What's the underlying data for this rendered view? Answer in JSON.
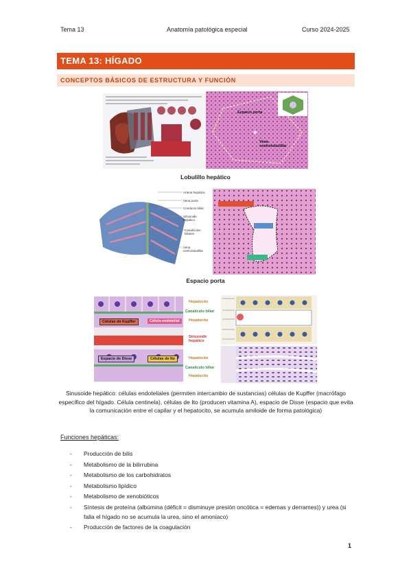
{
  "header": {
    "left": "Tema 13",
    "center": "Anatomía patológica especial",
    "right": "Curso 2024-2025"
  },
  "title": "TEMA 13: HÍGADO",
  "subtitle": "CONCEPTOS BÁSICOS DE ESTRUCTURA Y FUNCIÓN",
  "figures": {
    "fig1": {
      "caption": "Lobulillo hepático",
      "labels": {
        "espacio_porta": "Espacio porta",
        "vena_centrolobulillar": "Vena centrolobulillar"
      }
    },
    "fig2": {
      "caption": "Espacio porta",
      "labels": {
        "arteria_hepatica": "Arteria hepática",
        "vena_porta": "Vena porta",
        "conducto_biliar": "Conducto biliar",
        "sinusoide_hepatico": "Sinusoide hepático",
        "canaliculos_biliares": "Canalículos biliares",
        "vena_centrolobulillar": "Vena centrolobulillar"
      }
    },
    "fig3": {
      "labels": {
        "hepatocito": "Hepatocito",
        "canaliculo_biliar": "Canalículo biliar",
        "sinusoide_hepatico": "Sinusoide hepático",
        "celulas_kupffer": "Células de Kupffer",
        "celula_endotelial": "Célula endotelial",
        "espacio_disse": "Espacio de Disse",
        "celulas_ito": "Células de Ito"
      }
    }
  },
  "paragraph": "Sinusoide hepático: células endoteliales (permiten intercambio de sustancias) células de Kupffer (macrófago específico del hígado. Célula centinela), células de Ito (producen vitamina A), espacio de Disse (espacio que evita la comunicación entre el capilar y el hepatocito, se acumula amiloide de forma patológica)",
  "functions_title": "Funciones hepáticas:",
  "functions": [
    "Producción de bilis",
    "Metabolismo de la bilirrubina",
    "Metabolismo de los carbohidratos",
    "Metabolismo lipídico",
    "Metabolismo de xenobióticos",
    "Síntesis de proteína (albúmina (déficit = disminuye presión oncótica = edemas y derrames)) y urea (si falla el hígado no se acumula la urea, sino el amoniaco)",
    "Producción de factores de la coagulación"
  ],
  "page_number": "1",
  "colors": {
    "title_bar": "#e14e1a",
    "subtitle_bar": "#fbe0d4",
    "subtitle_text": "#c2410c",
    "histology_pink": "#e08ccf",
    "hepatocyte_lilac": "#d7b6e3",
    "sinusoid_red": "#e0473c"
  }
}
